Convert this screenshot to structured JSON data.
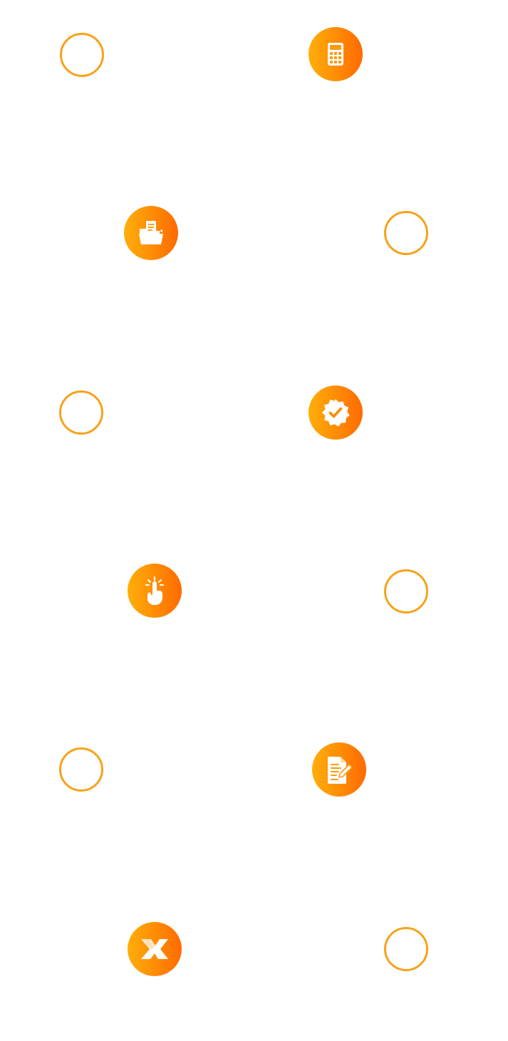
{
  "colors": {
    "ring": "#f7a21b",
    "badge_gradient_start": "#ffae0a",
    "badge_gradient_end": "#ff6a00",
    "icon": "#ffffff",
    "background": "#ffffff"
  },
  "rows": [
    {
      "left": "empty-ring",
      "right": "calculator-icon"
    },
    {
      "left": "folder-documents-icon",
      "right": "empty-ring"
    },
    {
      "left": "empty-ring",
      "right": "verified-badge-icon"
    },
    {
      "left": "tap-finger-icon",
      "right": "empty-ring"
    },
    {
      "left": "empty-ring",
      "right": "document-edit-icon"
    },
    {
      "left": "x-logo-icon",
      "right": "empty-ring"
    }
  ]
}
